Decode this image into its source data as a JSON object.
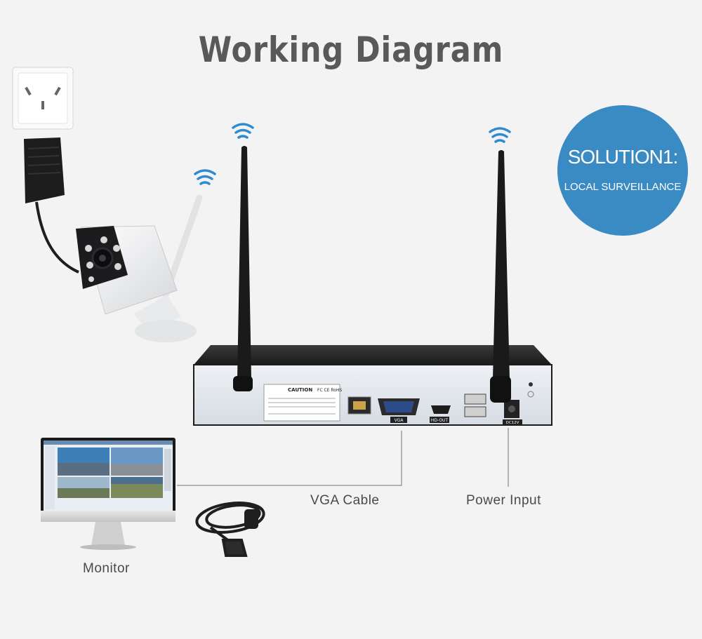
{
  "title": "Working Diagram",
  "badge": {
    "line1": "SOLUTION1:",
    "line2": "LOCAL SURVEILLANCE"
  },
  "labels": {
    "vga_cable": "VGA Cable",
    "power_input": "Power Input",
    "monitor": "Monitor"
  },
  "nvr_ports": {
    "lan": "LAN",
    "vga": "VGA",
    "hdmi": "HD-OUT",
    "usb": "USB",
    "dc": "DC12V"
  },
  "sticker": {
    "heading": "CAUTION",
    "marks": "FC CE RoHS"
  },
  "colors": {
    "badge": "#3a8ac4",
    "wifi": "#2e8bd0",
    "background": "#f3f3f4"
  }
}
